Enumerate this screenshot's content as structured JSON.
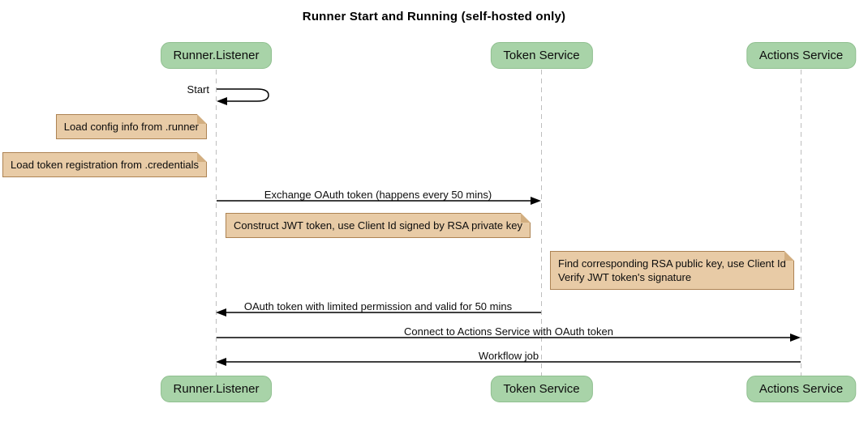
{
  "title": "Runner Start and Running (self-hosted only)",
  "diagram_type": "sequence",
  "colors": {
    "participant_fill": "#a8d3a8",
    "participant_border": "#8fbf8f",
    "note_fill": "#e8cba6",
    "note_border": "#ad8353",
    "lifeline": "#bebebe",
    "arrow": "#000000",
    "background": "#ffffff"
  },
  "participants": [
    {
      "id": "runner-listener",
      "label": "Runner.Listener"
    },
    {
      "id": "token-service",
      "label": "Token Service"
    },
    {
      "id": "actions-service",
      "label": "Actions Service"
    }
  ],
  "messages": [
    {
      "label": "Start",
      "from": "runner-listener",
      "to": "runner-listener",
      "type": "self"
    },
    {
      "label": "Exchange OAuth token (happens every 50 mins)",
      "from": "runner-listener",
      "to": "token-service",
      "type": "solid"
    },
    {
      "label": "OAuth token with limited permission and valid for 50 mins",
      "from": "token-service",
      "to": "runner-listener",
      "type": "solid"
    },
    {
      "label": "Connect to Actions Service with OAuth token",
      "from": "runner-listener",
      "to": "actions-service",
      "type": "solid"
    },
    {
      "label": "Workflow job",
      "from": "actions-service",
      "to": "runner-listener",
      "type": "solid"
    }
  ],
  "notes": [
    {
      "text": "Load config info from .runner",
      "position": "left of runner-listener"
    },
    {
      "text": "Load token registration from .credentials",
      "position": "left of runner-listener"
    },
    {
      "text": "Construct JWT token, use Client Id signed by RSA private key",
      "position": "between runner-listener and token-service"
    },
    {
      "line1": "Find corresponding RSA public key, use Client Id",
      "line2": "Verify JWT token's signature",
      "position": "left of actions-service"
    }
  ]
}
